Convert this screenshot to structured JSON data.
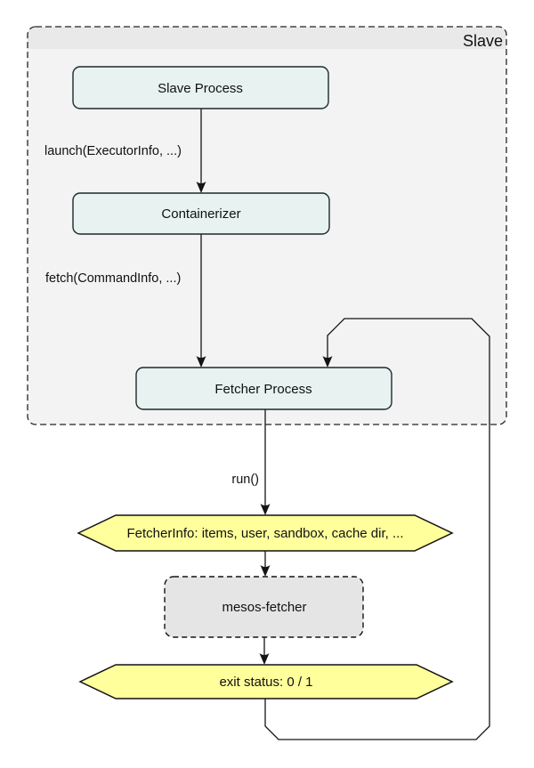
{
  "diagram": {
    "container": {
      "title": "Slave"
    },
    "nodes": {
      "slave_process": {
        "label": "Slave Process"
      },
      "containerizer": {
        "label": "Containerizer"
      },
      "fetcher_process": {
        "label": "Fetcher Process"
      },
      "fetcher_info": {
        "label": "FetcherInfo: items, user, sandbox, cache dir, ..."
      },
      "mesos_fetcher": {
        "label": "mesos-fetcher"
      },
      "exit_status": {
        "label": "exit status: 0 / 1"
      }
    },
    "edges": {
      "launch": {
        "label": "launch(ExecutorInfo, ...)"
      },
      "fetch": {
        "label": "fetch(CommandInfo, ...)"
      },
      "run": {
        "label": "run()"
      }
    },
    "colors": {
      "process_fill": "#e7f2f1",
      "container_body_fill": "#f3f3f3",
      "container_header_fill": "#e9e9e9",
      "hexagon_fill": "#ffff9c",
      "mesos_fetcher_fill": "#e5e5e5",
      "line": "#141414"
    }
  }
}
